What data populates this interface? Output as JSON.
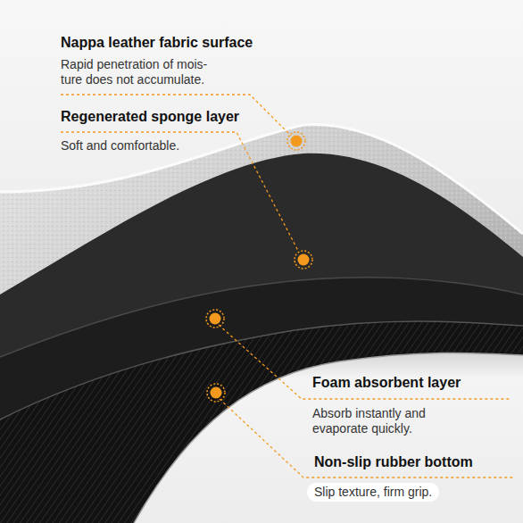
{
  "diagram": {
    "labels": [
      "Nappa leather fabric surface",
      "Rapid penetration of mois- ture does not accumulate.",
      "Regenerated sponge layer",
      "Soft and comfortable.",
      "Foam absorbent layer",
      "Absorb instantly and evaporate quickly.",
      "Non-slip rubber bottom",
      "Slip texture, firm grip."
    ]
  }
}
